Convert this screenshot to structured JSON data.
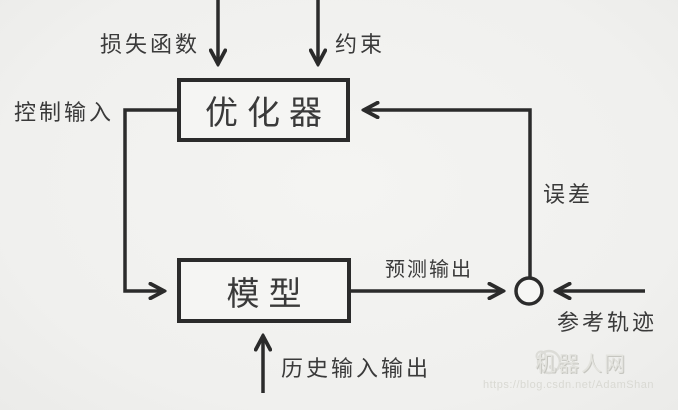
{
  "diagram": {
    "boxes": {
      "optimizer": "优化器",
      "model": "模型"
    },
    "labels": {
      "loss_function": "损失函数",
      "constraint": "约束",
      "control_input": "控制输入",
      "predicted_output": "预测输出",
      "error": "误差",
      "reference_trajectory": "参考轨迹",
      "history_io": "历史输入输出"
    },
    "colors": {
      "line": "#2b2b2b",
      "text": "#3a3a3a",
      "background": "#f1f1ef"
    }
  },
  "watermark": {
    "brand": "机器人网",
    "url": "https://blog.csdn.net/AdamShan"
  }
}
